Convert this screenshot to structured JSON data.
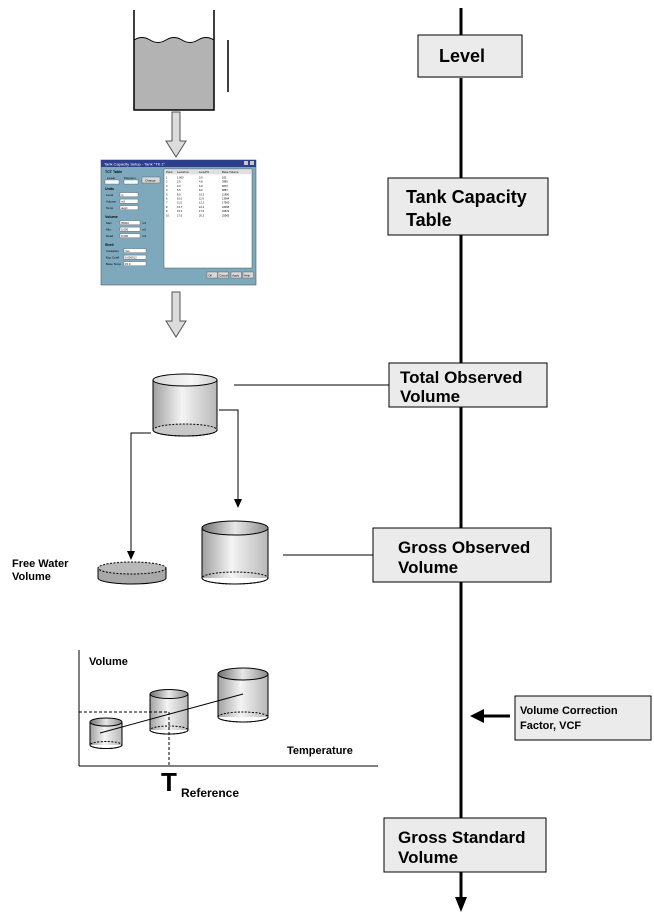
{
  "boxes": {
    "level": "Level",
    "tank_capacity": [
      "Tank Capacity",
      "Table"
    ],
    "total_observed": [
      "Total Observed",
      "Volume"
    ],
    "gross_observed": [
      "Gross Observed",
      "Volume"
    ],
    "vcf": [
      "Volume Correction",
      "Factor, VCF"
    ],
    "gross_standard": [
      "Gross Standard",
      "Volume"
    ]
  },
  "free_water": [
    "Free Water",
    "Volume"
  ],
  "graph": {
    "ylabel": "Volume",
    "xlabel": "Temperature",
    "t_symbol": "T",
    "t_subscript": "Reference"
  },
  "screenshot": {
    "title": "Tank Capacity Setup - Tank \"TK 1\"",
    "section_tct": "TCT Table",
    "radio_linear": "Linear",
    "radio_polynom": "Polynom",
    "change_button": "Change",
    "section_units": "Units",
    "unit_labels": [
      "Level",
      "Volume",
      "Temp"
    ],
    "unit_values": [
      "m",
      "m3",
      "degC"
    ],
    "section_volume": "Volume",
    "volume_labels": [
      "Max",
      "Min",
      "Dead"
    ],
    "volume_values": [
      "35000",
      "0.000",
      "0.000"
    ],
    "volume_units": [
      "m3",
      "m3",
      "m3"
    ],
    "section_shell": "Shell",
    "shell_labels": [
      "Insulation",
      "Exp Coeff",
      "Base Temp"
    ],
    "shell_values": [
      "Yes",
      "0.000012",
      "15.0"
    ],
    "table_headers": [
      "Point",
      "Level/mm",
      "Level/%",
      "Base Volume"
    ],
    "table_rows": [
      [
        "1",
        "1.000",
        "0.5",
        "182"
      ],
      [
        "2",
        "2.5",
        "4.8",
        "3985"
      ],
      [
        "3",
        "4.0",
        "6.8",
        "6876"
      ],
      [
        "4",
        "5.5",
        "8.2",
        "8887"
      ],
      [
        "5",
        "8.5",
        "10.3",
        "11890"
      ],
      [
        "6",
        "10.0",
        "11.9",
        "13994"
      ],
      [
        "7",
        "11.5",
        "12.2",
        "17560"
      ],
      [
        "8",
        "13.7",
        "16.2",
        "18995"
      ],
      [
        "9",
        "15.3",
        "17.6",
        "22870"
      ],
      [
        "10",
        "17.5",
        "20.2",
        "25965"
      ]
    ],
    "footer_buttons": [
      "OK",
      "Cancel",
      "Apply",
      "Help"
    ]
  },
  "colors": {
    "box_fill": "#ebebeb",
    "panel_bg": "#7ea9bd",
    "titlebar": "#2c3e8c",
    "cylinder_light": "#f2f2f2",
    "cylinder_dark": "#a8a8a8",
    "liquid": "#b3b3b3"
  }
}
